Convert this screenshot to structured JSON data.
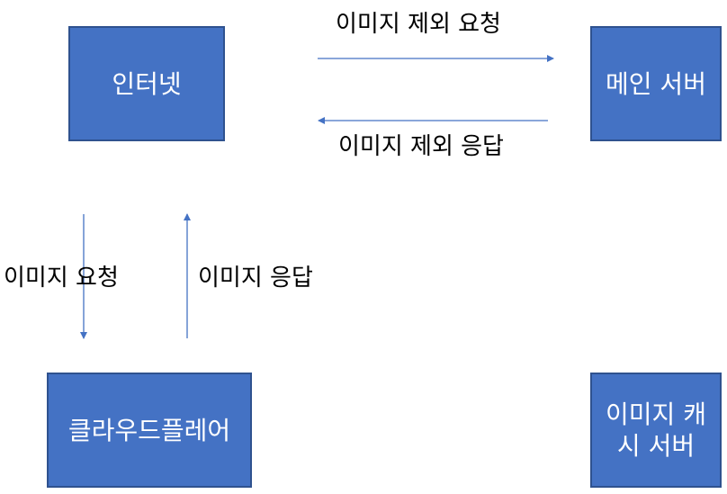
{
  "nodes": {
    "internet": "인터넷",
    "main_server": "메인 서버",
    "cloudflare": "클라우드플레어",
    "image_cache_server_line1": "이미지 캐",
    "image_cache_server_line2": "시 서버"
  },
  "edges": {
    "exclude_request": "이미지 제외 요청",
    "exclude_response": "이미지 제외 응답",
    "image_request": "이미지 요청",
    "image_response": "이미지 응답"
  },
  "colors": {
    "box_fill": "#4472c4",
    "box_border": "#2f528f",
    "arrow": "#4472c4"
  }
}
